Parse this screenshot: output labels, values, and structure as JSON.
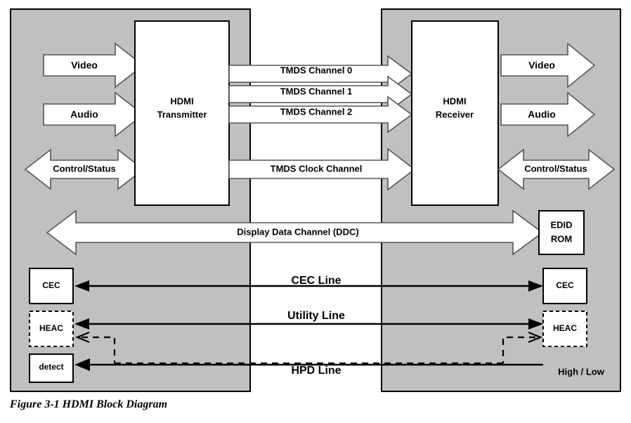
{
  "figure": {
    "caption": "Figure 3-1 HDMI Block Diagram",
    "background": "#ffffff",
    "panel_color": "#c0c0c0",
    "box_color": "#ffffff",
    "line_color": "#000000"
  },
  "source_side": {
    "blocks": {
      "transmitter": "HDMI\nTransmitter",
      "transmitter_line1": "HDMI",
      "transmitter_line2": "Transmitter",
      "cec": "CEC",
      "heac": "HEAC",
      "detect": "detect"
    },
    "arrows": {
      "video": "Video",
      "audio": "Audio",
      "control_status": "Control/Status"
    }
  },
  "sink_side": {
    "blocks": {
      "receiver_line1": "HDMI",
      "receiver_line2": "Receiver",
      "edid_line1": "EDID",
      "edid_line2": "ROM",
      "cec": "CEC",
      "heac": "HEAC"
    },
    "arrows": {
      "video": "Video",
      "audio": "Audio",
      "control_status": "Control/Status"
    },
    "hpd_state": "High / Low"
  },
  "links": {
    "tmds_channel_0": "TMDS Channel 0",
    "tmds_channel_1": "TMDS Channel 1",
    "tmds_channel_2": "TMDS Channel 2",
    "tmds_clock": "TMDS Clock Channel",
    "ddc": "Display Data Channel (DDC)",
    "cec_line": "CEC Line",
    "utility_line": "Utility Line",
    "hpd_line": "HPD Line"
  }
}
